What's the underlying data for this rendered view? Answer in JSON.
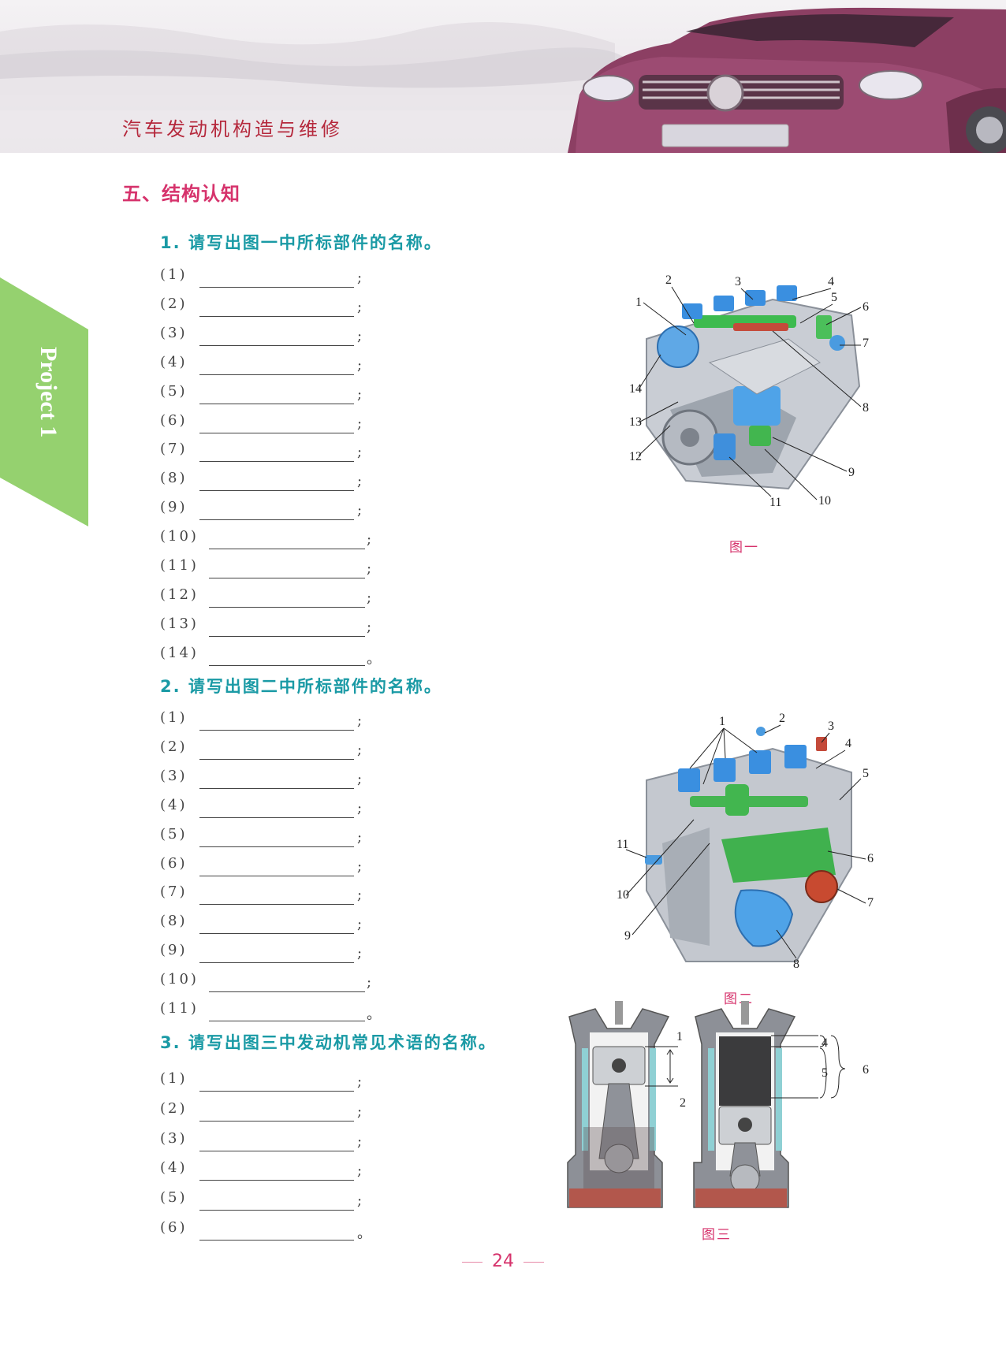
{
  "header": {
    "book_title": "汽车发动机构造与维修"
  },
  "side_tab": {
    "label": "Project 1"
  },
  "section": {
    "title": "五、结构认知"
  },
  "questions": [
    {
      "title": "1. 请写出图一中所标部件的名称。",
      "items": [
        "(1)",
        "(2)",
        "(3)",
        "(4)",
        "(5)",
        "(6)",
        "(7)",
        "(8)",
        "(9)",
        "(10)",
        "(11)",
        "(12)",
        "(13)",
        "(14)"
      ],
      "punct": [
        ";",
        ";",
        ";",
        ";",
        ";",
        ";",
        ";",
        ";",
        ";",
        ";",
        ";",
        ";",
        ";",
        "。"
      ]
    },
    {
      "title": "2. 请写出图二中所标部件的名称。",
      "items": [
        "(1)",
        "(2)",
        "(3)",
        "(4)",
        "(5)",
        "(6)",
        "(7)",
        "(8)",
        "(9)",
        "(10)",
        "(11)"
      ],
      "punct": [
        ";",
        ";",
        ";",
        ";",
        ";",
        ";",
        ";",
        ";",
        ";",
        ";",
        "。"
      ]
    },
    {
      "title": "3. 请写出图三中发动机常见术语的名称。",
      "items": [
        "(1)",
        "(2)",
        "(3)",
        "(4)",
        "(5)",
        "(6)"
      ],
      "punct": [
        ";",
        ";",
        ";",
        ";",
        ";",
        "。"
      ]
    }
  ],
  "figures": {
    "fig1": {
      "caption": "图一",
      "callouts": [
        "1",
        "2",
        "3",
        "4",
        "5",
        "6",
        "7",
        "8",
        "9",
        "10",
        "11",
        "12",
        "13",
        "14"
      ]
    },
    "fig2": {
      "caption": "图二",
      "callouts": [
        "1",
        "2",
        "3",
        "4",
        "5",
        "6",
        "7",
        "8",
        "9",
        "10",
        "11"
      ]
    },
    "fig3": {
      "caption": "图三",
      "callouts": [
        "1",
        "2",
        "4",
        "5",
        "6"
      ]
    }
  },
  "page": {
    "number": "24"
  },
  "colors": {
    "section": "#d6336c",
    "question": "#1a9aa5",
    "tab": "#95d16f",
    "header_text": "#b5283c"
  }
}
